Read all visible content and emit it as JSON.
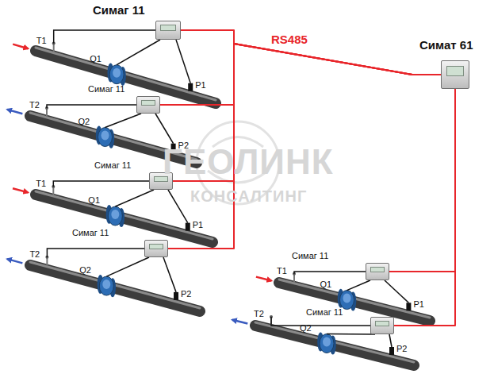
{
  "diagram": {
    "nodes": [
      {
        "text": [
          "Симаг 11"
        ]
      },
      {
        "text": [
          "Симат 61"
        ]
      },
      {
        "text": [
          "Симаг 11"
        ]
      },
      {
        "text": [
          "Симаг 11"
        ]
      },
      {
        "text": [
          "Симаг 11"
        ]
      },
      {
        "text": [
          "Симаг 11"
        ]
      },
      {
        "text": [
          "Симаг 11"
        ]
      }
    ],
    "edges": [
      {
        "from": 0,
        "to": 1,
        "arrow": "none",
        "label": "RS485"
      },
      {
        "from": 2,
        "to": 1,
        "arrow": "none"
      },
      {
        "from": 3,
        "to": 1,
        "arrow": "none"
      },
      {
        "from": 4,
        "to": 1,
        "arrow": "none"
      },
      {
        "from": 5,
        "to": 1,
        "arrow": "none"
      },
      {
        "from": 6,
        "to": 1,
        "arrow": "none"
      }
    ],
    "labels": [
      "T1",
      "Q1",
      "P1",
      "T2",
      "Q2",
      "P2",
      "T1",
      "Q1",
      "P1",
      "T2",
      "Q2",
      "P2",
      "T1",
      "Q1",
      "P1",
      "T2",
      "Q2",
      "P2",
      "ГЕОЛИНК",
      "КОНСАЛТИНГ"
    ]
  }
}
